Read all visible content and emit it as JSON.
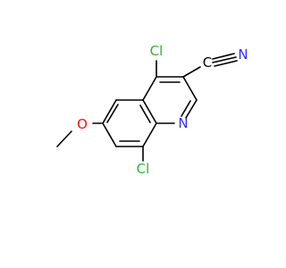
{
  "molecule": {
    "atoms": {
      "cl_top": "Cl",
      "cl_bottom": "Cl",
      "nitrogen_ring": "N",
      "nitrogen_nitrile": "N",
      "carbon_nitrile": "C",
      "oxygen": "O"
    },
    "colors": {
      "bond": "#000000",
      "chlorine": "#2db52d",
      "nitrogen": "#2d2dff",
      "oxygen": "#ff0d0d",
      "carbon": "#000000"
    }
  }
}
